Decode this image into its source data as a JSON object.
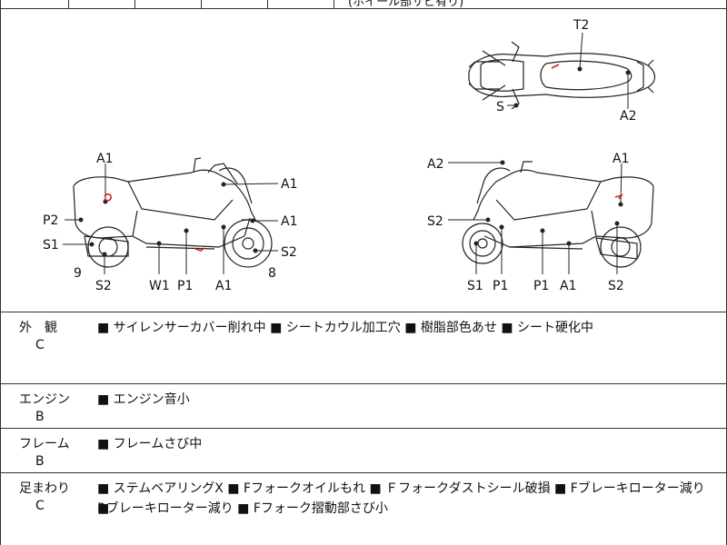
{
  "top_note": "(ホイール部サビ有り)",
  "diagram": {
    "top_view": {
      "labels": [
        "T2",
        "S",
        "A2"
      ]
    },
    "left_view": {
      "labels": [
        "A1",
        "A1",
        "P2",
        "A1",
        "S1",
        "S2",
        "9",
        "8",
        "S2",
        "W1",
        "P1",
        "A1"
      ]
    },
    "right_view": {
      "labels": [
        "A2",
        "A1",
        "S2",
        "S1",
        "P1",
        "P1",
        "A1",
        "S2"
      ]
    }
  },
  "conditions": [
    {
      "category": "外　観",
      "grade": "C",
      "lines": [
        "■ サイレンサーカバー削れ中 ■ シートカウル加工穴 ■ 樹脂部色あせ ■ シート硬化中",
        ""
      ]
    },
    {
      "category": "エンジン",
      "grade": "B",
      "lines": [
        "■ エンジン音小",
        ""
      ]
    },
    {
      "category": "フレーム",
      "grade": "B",
      "lines": [
        "■ フレームさび中",
        ""
      ]
    },
    {
      "category": "足まわり",
      "grade": "C",
      "lines": [
        "■ ステムベアリングX ■ Fフォークオイルもれ ■ Ｆフォークダストシール破損 ■ Fブレーキローター減り ■",
        "Rブレーキローター減り ■ Fフォーク摺動部さび小"
      ]
    }
  ],
  "colors": {
    "ink": "#222222",
    "mark": "#d12020"
  }
}
